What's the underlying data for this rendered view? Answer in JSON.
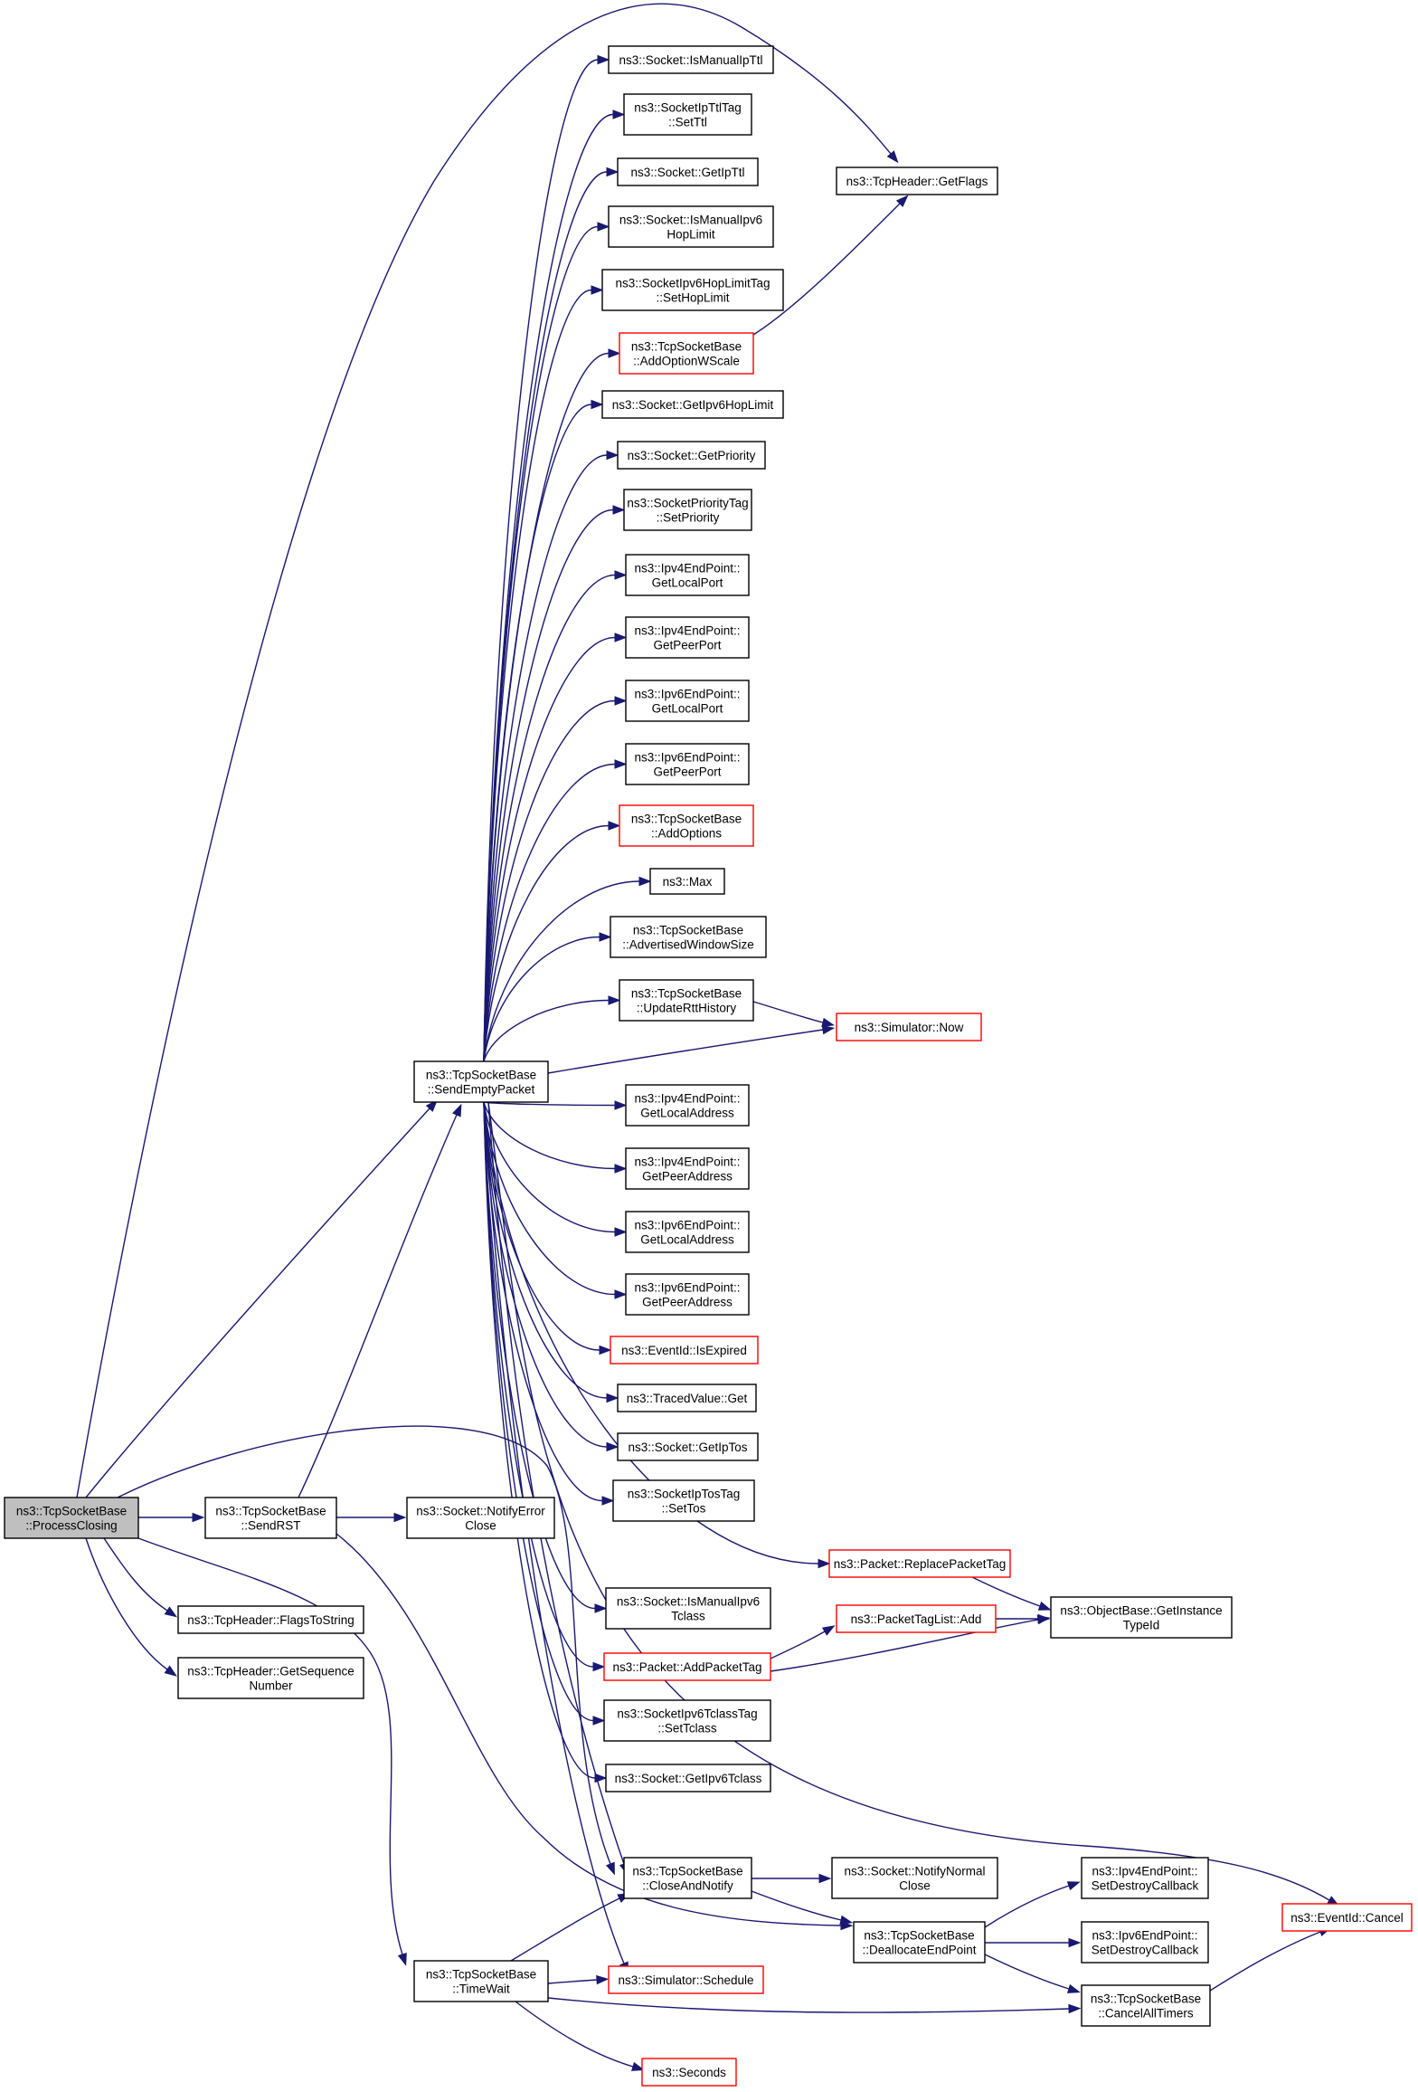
{
  "nodes": [
    {
      "id": "process_closing",
      "lines": [
        "ns3::TcpSocketBase",
        "::ProcessClosing"
      ],
      "style": "root"
    },
    {
      "id": "send_empty_packet",
      "lines": [
        "ns3::TcpSocketBase",
        "::SendEmptyPacket"
      ],
      "style": "normal"
    },
    {
      "id": "send_rst",
      "lines": [
        "ns3::TcpSocketBase",
        "::SendRST"
      ],
      "style": "normal"
    },
    {
      "id": "flags_to_string",
      "lines": [
        "ns3::TcpHeader::FlagsToString"
      ],
      "style": "normal"
    },
    {
      "id": "get_sequence_number",
      "lines": [
        "ns3::TcpHeader::GetSequence",
        "Number"
      ],
      "style": "normal"
    },
    {
      "id": "notify_error_close",
      "lines": [
        "ns3::Socket::NotifyError",
        "Close"
      ],
      "style": "normal"
    },
    {
      "id": "time_wait",
      "lines": [
        "ns3::TcpSocketBase",
        "::TimeWait"
      ],
      "style": "normal"
    },
    {
      "id": "is_manual_ip_ttl",
      "lines": [
        "ns3::Socket::IsManualIpTtl"
      ],
      "style": "normal"
    },
    {
      "id": "set_ttl",
      "lines": [
        "ns3::SocketIpTtlTag",
        "::SetTtl"
      ],
      "style": "normal"
    },
    {
      "id": "get_ip_ttl",
      "lines": [
        "ns3::Socket::GetIpTtl"
      ],
      "style": "normal"
    },
    {
      "id": "is_manual_ipv6_hop",
      "lines": [
        "ns3::Socket::IsManualIpv6",
        "HopLimit"
      ],
      "style": "normal"
    },
    {
      "id": "set_hop_limit",
      "lines": [
        "ns3::SocketIpv6HopLimitTag",
        "::SetHopLimit"
      ],
      "style": "normal"
    },
    {
      "id": "add_option_wscale",
      "lines": [
        "ns3::TcpSocketBase",
        "::AddOptionWScale"
      ],
      "style": "red"
    },
    {
      "id": "get_ipv6_hop_limit",
      "lines": [
        "ns3::Socket::GetIpv6HopLimit"
      ],
      "style": "normal"
    },
    {
      "id": "get_priority",
      "lines": [
        "ns3::Socket::GetPriority"
      ],
      "style": "normal"
    },
    {
      "id": "set_priority",
      "lines": [
        "ns3::SocketPriorityTag",
        "::SetPriority"
      ],
      "style": "normal"
    },
    {
      "id": "ipv4_get_local_port",
      "lines": [
        "ns3::Ipv4EndPoint::",
        "GetLocalPort"
      ],
      "style": "normal"
    },
    {
      "id": "ipv4_get_peer_port",
      "lines": [
        "ns3::Ipv4EndPoint::",
        "GetPeerPort"
      ],
      "style": "normal"
    },
    {
      "id": "ipv6_get_local_port",
      "lines": [
        "ns3::Ipv6EndPoint::",
        "GetLocalPort"
      ],
      "style": "normal"
    },
    {
      "id": "ipv6_get_peer_port",
      "lines": [
        "ns3::Ipv6EndPoint::",
        "GetPeerPort"
      ],
      "style": "normal"
    },
    {
      "id": "add_options",
      "lines": [
        "ns3::TcpSocketBase",
        "::AddOptions"
      ],
      "style": "red"
    },
    {
      "id": "max",
      "lines": [
        "ns3::Max"
      ],
      "style": "normal"
    },
    {
      "id": "advertised_window_size",
      "lines": [
        "ns3::TcpSocketBase",
        "::AdvertisedWindowSize"
      ],
      "style": "normal"
    },
    {
      "id": "update_rtt_history",
      "lines": [
        "ns3::TcpSocketBase",
        "::UpdateRttHistory"
      ],
      "style": "normal"
    },
    {
      "id": "simulator_now",
      "lines": [
        "ns3::Simulator::Now"
      ],
      "style": "red"
    },
    {
      "id": "get_flags",
      "lines": [
        "ns3::TcpHeader::GetFlags"
      ],
      "style": "normal"
    },
    {
      "id": "ipv4_get_local_address",
      "lines": [
        "ns3::Ipv4EndPoint::",
        "GetLocalAddress"
      ],
      "style": "normal"
    },
    {
      "id": "ipv4_get_peer_address",
      "lines": [
        "ns3::Ipv4EndPoint::",
        "GetPeerAddress"
      ],
      "style": "normal"
    },
    {
      "id": "ipv6_get_local_address",
      "lines": [
        "ns3::Ipv6EndPoint::",
        "GetLocalAddress"
      ],
      "style": "normal"
    },
    {
      "id": "ipv6_get_peer_address",
      "lines": [
        "ns3::Ipv6EndPoint::",
        "GetPeerAddress"
      ],
      "style": "normal"
    },
    {
      "id": "event_is_expired",
      "lines": [
        "ns3::EventId::IsExpired"
      ],
      "style": "red"
    },
    {
      "id": "traced_value_get",
      "lines": [
        "ns3::TracedValue::Get"
      ],
      "style": "normal"
    },
    {
      "id": "get_ip_tos",
      "lines": [
        "ns3::Socket::GetIpTos"
      ],
      "style": "normal"
    },
    {
      "id": "set_tos",
      "lines": [
        "ns3::SocketIpTosTag",
        "::SetTos"
      ],
      "style": "normal"
    },
    {
      "id": "replace_packet_tag",
      "lines": [
        "ns3::Packet::ReplacePacketTag"
      ],
      "style": "red"
    },
    {
      "id": "get_instance_type_id",
      "lines": [
        "ns3::ObjectBase::GetInstance",
        "TypeId"
      ],
      "style": "normal"
    },
    {
      "id": "is_manual_ipv6_tclass",
      "lines": [
        "ns3::Socket::IsManualIpv6",
        "Tclass"
      ],
      "style": "normal"
    },
    {
      "id": "packet_tag_list_add",
      "lines": [
        "ns3::PacketTagList::Add"
      ],
      "style": "red"
    },
    {
      "id": "add_packet_tag",
      "lines": [
        "ns3::Packet::AddPacketTag"
      ],
      "style": "red"
    },
    {
      "id": "set_tclass",
      "lines": [
        "ns3::SocketIpv6TclassTag",
        "::SetTclass"
      ],
      "style": "normal"
    },
    {
      "id": "get_ipv6_tclass",
      "lines": [
        "ns3::Socket::GetIpv6Tclass"
      ],
      "style": "normal"
    },
    {
      "id": "close_and_notify",
      "lines": [
        "ns3::TcpSocketBase",
        "::CloseAndNotify"
      ],
      "style": "normal"
    },
    {
      "id": "notify_normal_close",
      "lines": [
        "ns3::Socket::NotifyNormal",
        "Close"
      ],
      "style": "normal"
    },
    {
      "id": "deallocate_end_point",
      "lines": [
        "ns3::TcpSocketBase",
        "::DeallocateEndPoint"
      ],
      "style": "normal"
    },
    {
      "id": "ipv4_set_destroy_callback",
      "lines": [
        "ns3::Ipv4EndPoint::",
        "SetDestroyCallback"
      ],
      "style": "normal"
    },
    {
      "id": "ipv6_set_destroy_callback",
      "lines": [
        "ns3::Ipv6EndPoint::",
        "SetDestroyCallback"
      ],
      "style": "normal"
    },
    {
      "id": "cancel_all_timers",
      "lines": [
        "ns3::TcpSocketBase",
        "::CancelAllTimers"
      ],
      "style": "normal"
    },
    {
      "id": "event_cancel",
      "lines": [
        "ns3::EventId::Cancel"
      ],
      "style": "red"
    },
    {
      "id": "simulator_schedule",
      "lines": [
        "ns3::Simulator::Schedule"
      ],
      "style": "red"
    },
    {
      "id": "seconds",
      "lines": [
        "ns3::Seconds"
      ],
      "style": "red"
    }
  ],
  "edges": [
    [
      "process_closing",
      "send_empty_packet"
    ],
    [
      "process_closing",
      "send_rst"
    ],
    [
      "process_closing",
      "flags_to_string"
    ],
    [
      "process_closing",
      "get_sequence_number"
    ],
    [
      "process_closing",
      "time_wait"
    ],
    [
      "process_closing",
      "get_flags"
    ],
    [
      "process_closing",
      "close_and_notify"
    ],
    [
      "send_rst",
      "send_empty_packet"
    ],
    [
      "send_rst",
      "notify_error_close"
    ],
    [
      "send_rst",
      "deallocate_end_point"
    ],
    [
      "send_empty_packet",
      "is_manual_ip_ttl"
    ],
    [
      "send_empty_packet",
      "set_ttl"
    ],
    [
      "send_empty_packet",
      "get_ip_ttl"
    ],
    [
      "send_empty_packet",
      "is_manual_ipv6_hop"
    ],
    [
      "send_empty_packet",
      "set_hop_limit"
    ],
    [
      "send_empty_packet",
      "add_option_wscale"
    ],
    [
      "send_empty_packet",
      "get_ipv6_hop_limit"
    ],
    [
      "send_empty_packet",
      "get_priority"
    ],
    [
      "send_empty_packet",
      "set_priority"
    ],
    [
      "send_empty_packet",
      "ipv4_get_local_port"
    ],
    [
      "send_empty_packet",
      "ipv4_get_peer_port"
    ],
    [
      "send_empty_packet",
      "ipv6_get_local_port"
    ],
    [
      "send_empty_packet",
      "ipv6_get_peer_port"
    ],
    [
      "send_empty_packet",
      "add_options"
    ],
    [
      "send_empty_packet",
      "max"
    ],
    [
      "send_empty_packet",
      "advertised_window_size"
    ],
    [
      "send_empty_packet",
      "update_rtt_history"
    ],
    [
      "send_empty_packet",
      "simulator_now"
    ],
    [
      "send_empty_packet",
      "ipv4_get_local_address"
    ],
    [
      "send_empty_packet",
      "ipv4_get_peer_address"
    ],
    [
      "send_empty_packet",
      "ipv6_get_local_address"
    ],
    [
      "send_empty_packet",
      "ipv6_get_peer_address"
    ],
    [
      "send_empty_packet",
      "event_is_expired"
    ],
    [
      "send_empty_packet",
      "traced_value_get"
    ],
    [
      "send_empty_packet",
      "get_ip_tos"
    ],
    [
      "send_empty_packet",
      "set_tos"
    ],
    [
      "send_empty_packet",
      "replace_packet_tag"
    ],
    [
      "send_empty_packet",
      "is_manual_ipv6_tclass"
    ],
    [
      "send_empty_packet",
      "add_packet_tag"
    ],
    [
      "send_empty_packet",
      "set_tclass"
    ],
    [
      "send_empty_packet",
      "get_ipv6_tclass"
    ],
    [
      "send_empty_packet",
      "close_and_notify"
    ],
    [
      "send_empty_packet",
      "simulator_schedule"
    ],
    [
      "send_empty_packet",
      "event_cancel"
    ],
    [
      "add_option_wscale",
      "get_flags"
    ],
    [
      "update_rtt_history",
      "simulator_now"
    ],
    [
      "replace_packet_tag",
      "get_instance_type_id"
    ],
    [
      "add_packet_tag",
      "packet_tag_list_add"
    ],
    [
      "add_packet_tag",
      "get_instance_type_id"
    ],
    [
      "packet_tag_list_add",
      "get_instance_type_id"
    ],
    [
      "close_and_notify",
      "notify_normal_close"
    ],
    [
      "close_and_notify",
      "deallocate_end_point"
    ],
    [
      "deallocate_end_point",
      "ipv4_set_destroy_callback"
    ],
    [
      "deallocate_end_point",
      "ipv6_set_destroy_callback"
    ],
    [
      "deallocate_end_point",
      "cancel_all_timers"
    ],
    [
      "cancel_all_timers",
      "event_cancel"
    ],
    [
      "time_wait",
      "close_and_notify"
    ],
    [
      "time_wait",
      "simulator_schedule"
    ],
    [
      "time_wait",
      "cancel_all_timers"
    ],
    [
      "time_wait",
      "seconds"
    ]
  ]
}
